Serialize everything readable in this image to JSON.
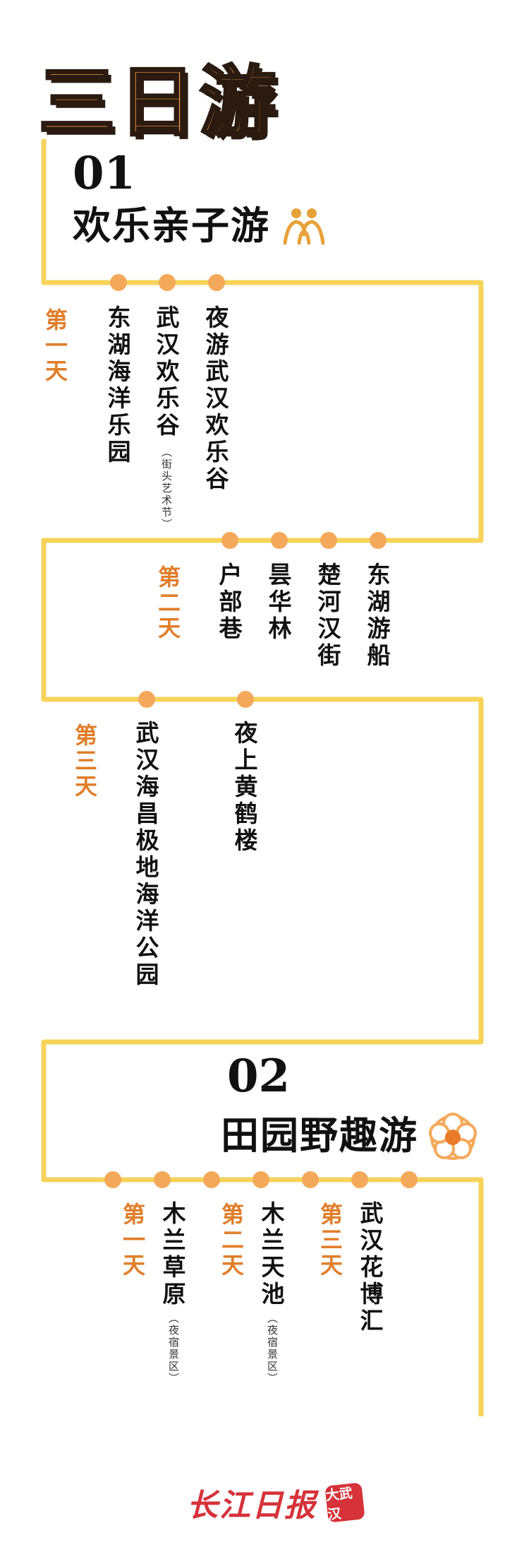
{
  "title": "三日游",
  "colors": {
    "track": "#f6d35a",
    "dot": "#f4a95a",
    "accent": "#e07e2a",
    "brand": "#d6323a"
  },
  "route1": {
    "number": "01",
    "name": "欢乐亲子游",
    "icon": "family-icon",
    "day1": {
      "label": "第一天",
      "stops": [
        {
          "name": "东湖海洋乐园",
          "note": ""
        },
        {
          "name": "武汉欢乐谷",
          "note": "（街头艺术节）"
        },
        {
          "name": "夜游武汉欢乐谷",
          "note": ""
        }
      ]
    },
    "day2": {
      "label": "第二天",
      "stops": [
        {
          "name": "户部巷"
        },
        {
          "name": "昙华林"
        },
        {
          "name": "楚河汉街"
        },
        {
          "name": "东湖游船"
        }
      ]
    },
    "day3": {
      "label": "第三天",
      "stops": [
        {
          "name": "武汉海昌极地海洋公园"
        },
        {
          "name": "夜上黄鹤楼"
        }
      ]
    }
  },
  "route2": {
    "number": "02",
    "name": "田园野趣游",
    "icon": "flower-icon",
    "days": [
      {
        "label": "第一天",
        "stop": "木兰草原",
        "note": "（夜宿景区）"
      },
      {
        "label": "第二天",
        "stop": "木兰天池",
        "note": "（夜宿景区）"
      },
      {
        "label": "第三天",
        "stop": "武汉花博汇",
        "note": ""
      }
    ]
  },
  "footer": {
    "brand": "长江日报",
    "badge": "大武汉"
  }
}
